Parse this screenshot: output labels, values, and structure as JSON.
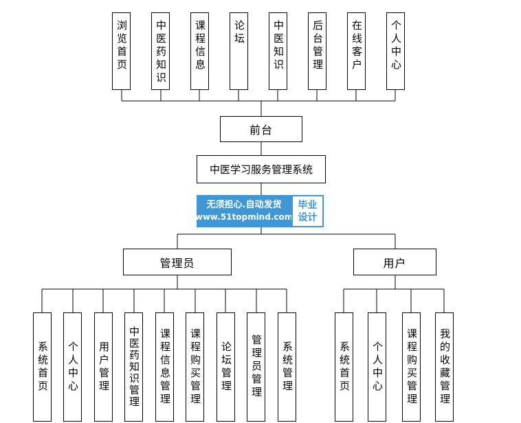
{
  "top_items": [
    "浏览首页",
    "中医药知识",
    "课程信息",
    "论坛",
    "中医知识",
    "后台管理",
    "在线客户",
    "个人中心"
  ],
  "front": "前台",
  "system": "中医学习服务管理系统",
  "watermark": {
    "line1": "无须担心.自动发货",
    "line2": "www.51topmind.com",
    "badge_line1": "毕业",
    "badge_line2": "设计"
  },
  "admin": {
    "label": "管理员",
    "items": [
      "系统首页",
      "个人中心",
      "用户管理",
      "中医药知识管理",
      "课程信息管理",
      "课程购买管理",
      "论坛管理",
      "管理员管理",
      "系统管理"
    ]
  },
  "user": {
    "label": "用户",
    "items": [
      "系统首页",
      "个人中心",
      "课程购买管理",
      "我的收藏管理"
    ]
  }
}
